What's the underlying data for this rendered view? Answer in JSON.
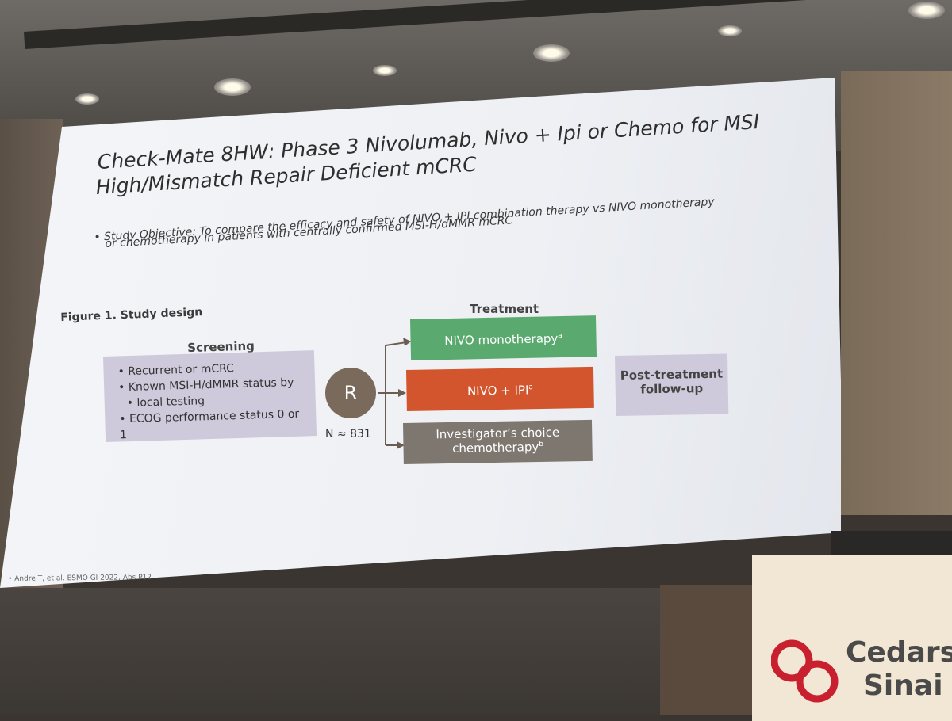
{
  "slide": {
    "title_line1": "Check-Mate 8HW: Phase 3 Nivolumab, Nivo + Ipi or Chemo for MSI",
    "title_line2": "High/Mismatch Repair Deficient mCRC",
    "objective_line1": "• Study Objective: To compare the efficacy and safety of NIVO + IPI combination therapy vs NIVO monotherapy",
    "objective_line2": "or chemotherapy in patients with centrally confirmed MSI-H/dMMR mCRC",
    "figure_label": "Figure 1. Study design",
    "screening": {
      "label": "Screening",
      "items": [
        "Recurrent or mCRC",
        "Known MSI-H/dMMR status by",
        "local testing",
        "ECOG performance status 0 or 1"
      ]
    },
    "randomization": {
      "symbol": "R",
      "n_label": "N ≈ 831"
    },
    "treatment_label": "Treatment",
    "arms": [
      {
        "label": "NIVO monotherapy",
        "note": "a",
        "color": "#5aaa6f"
      },
      {
        "label": "NIVO + IPI",
        "note": "a",
        "color": "#d2552d"
      },
      {
        "label_line1": "Investigator’s choice",
        "label_line2": "chemotherapy",
        "note": "b",
        "color": "#7e7770"
      }
    ],
    "post_treatment": {
      "line1": "Post-treatment",
      "line2": "follow-up"
    },
    "reference": "•    Andre T, et al. ESMO GI 2022, Abs P12"
  },
  "podium_logo": {
    "line1": "Cedars",
    "line2": "Sinai",
    "color": "#c8202e"
  }
}
